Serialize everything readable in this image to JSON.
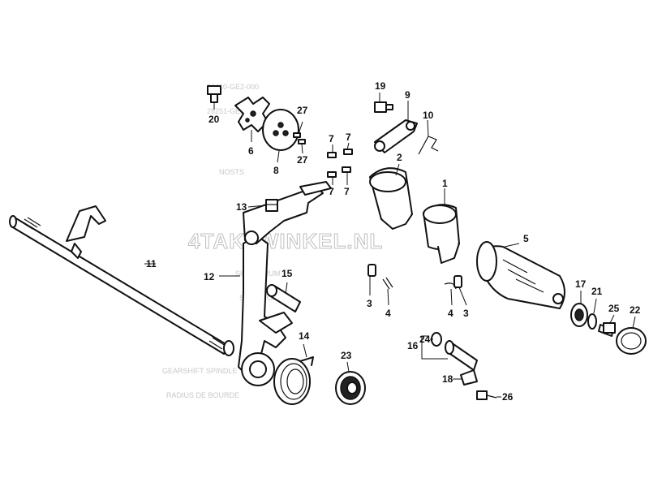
{
  "watermark": "4TAKTWINKEL.NL",
  "callouts": {
    "c1": "1",
    "c2": "2",
    "c3a": "3",
    "c3b": "3",
    "c4a": "4",
    "c4b": "4",
    "c5": "5",
    "c6": "6",
    "c7a": "7",
    "c7b": "7",
    "c7c": "7",
    "c7d": "7",
    "c8": "8",
    "c9": "9",
    "c10": "10",
    "c11": "11",
    "c12": "12",
    "c13": "13",
    "c14": "14",
    "c15": "15",
    "c16": "16",
    "c17": "17",
    "c18": "18",
    "c19": "19",
    "c20": "20",
    "c21": "21",
    "c22": "22",
    "c23": "23",
    "c24": "24",
    "c25": "25",
    "c26": "26",
    "c27a": "27",
    "c27b": "27"
  }
}
